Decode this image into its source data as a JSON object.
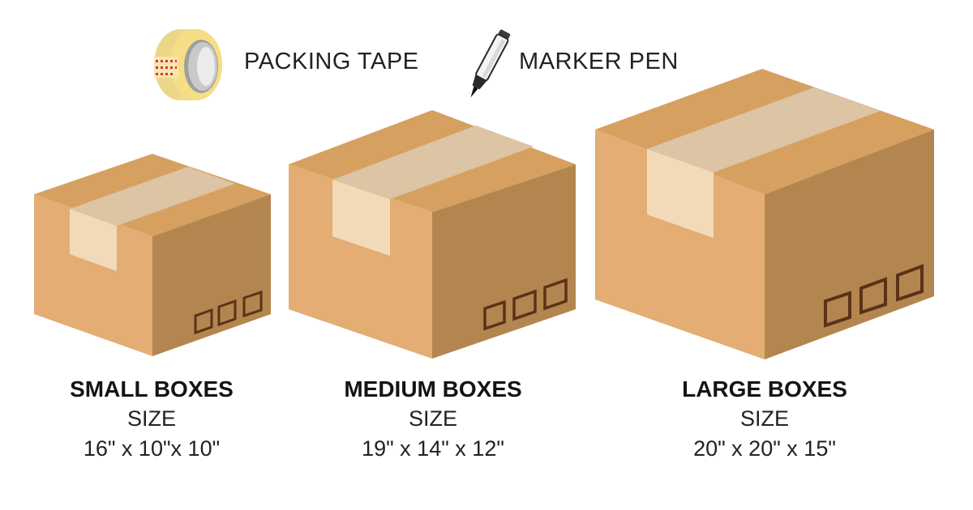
{
  "supplies": [
    {
      "label": "PACKING TAPE",
      "icon": "packing-tape-icon"
    },
    {
      "label": "MARKER PEN",
      "icon": "marker-pen-icon"
    }
  ],
  "boxes": [
    {
      "name": "SMALL BOXES",
      "size_label": "SIZE",
      "dimensions": "16\" x 10\"x 10\""
    },
    {
      "name": "MEDIUM BOXES",
      "size_label": "SIZE",
      "dimensions": "19\" x 14\" x 12\""
    },
    {
      "name": "LARGE BOXES",
      "size_label": "SIZE",
      "dimensions": "20\" x 20\" x 15\""
    }
  ],
  "colors": {
    "box_top": "#d6a061",
    "box_front": "#e3ad74",
    "box_side": "#b4864f",
    "tape_top": "#dcc4a4",
    "tape_front": "#f2d9b8",
    "handle_marks": "#5a3218"
  }
}
